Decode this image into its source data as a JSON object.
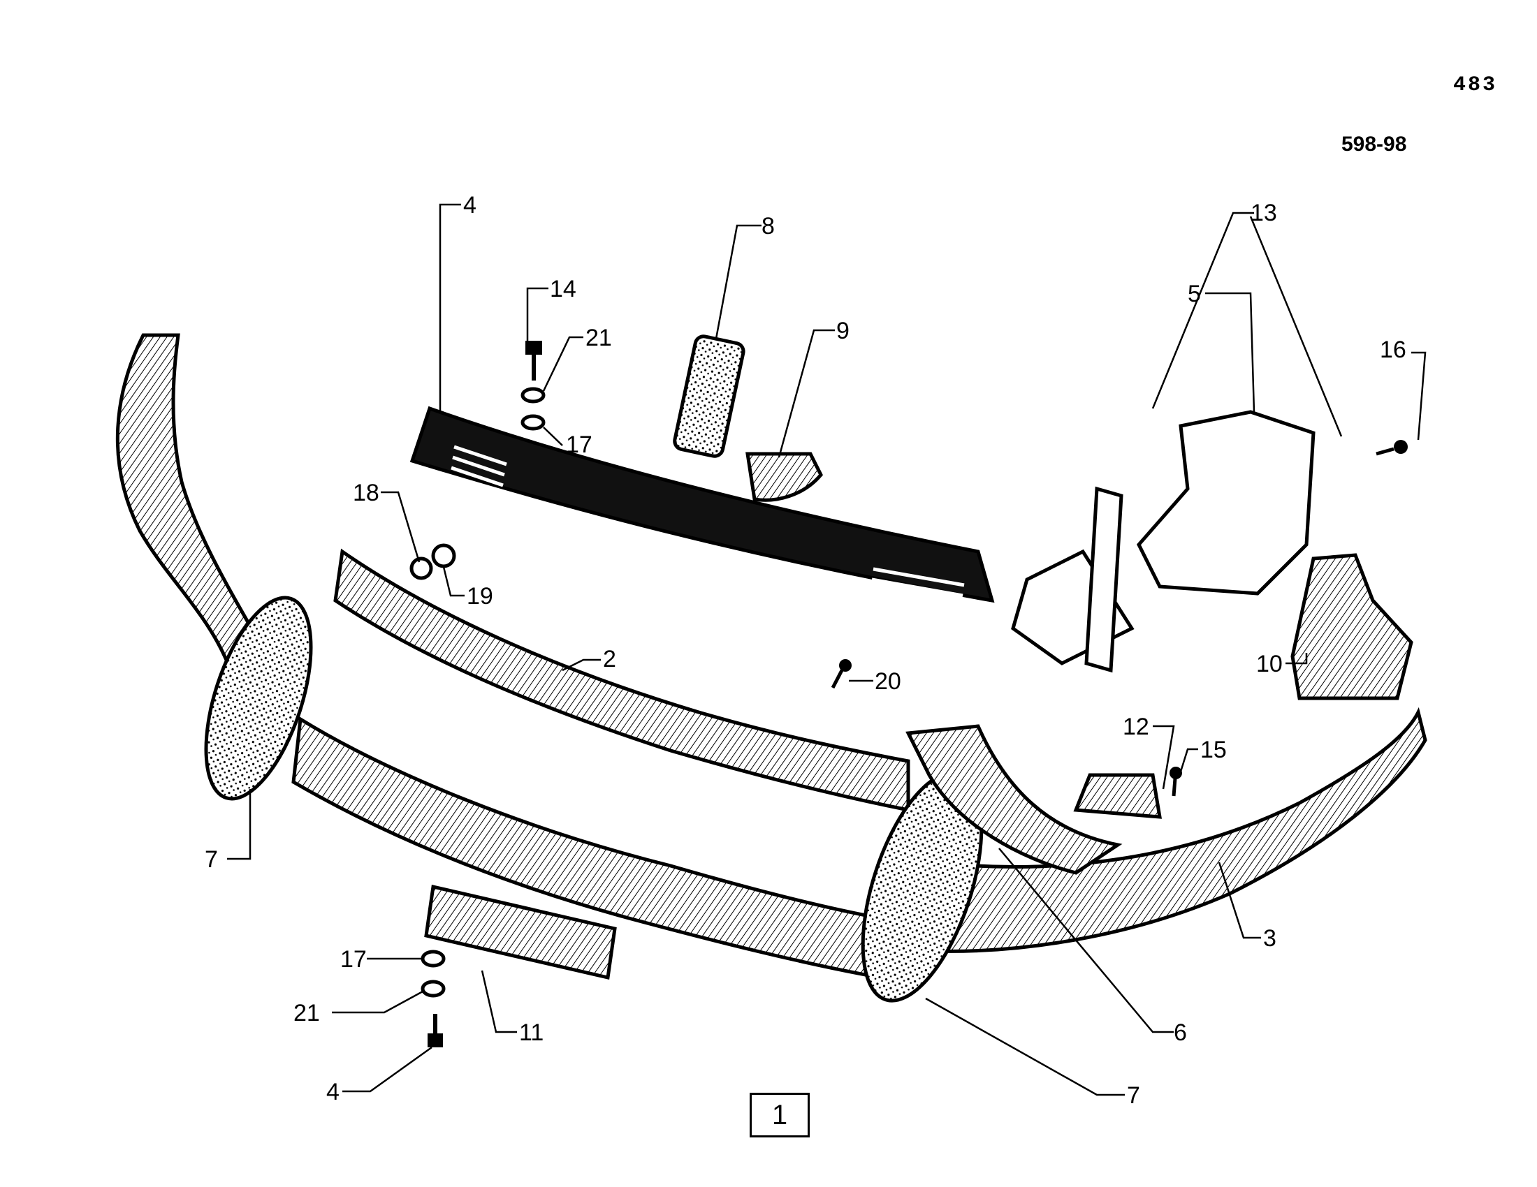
{
  "page": {
    "number": "483",
    "code": "598-98",
    "figure": "1"
  },
  "callouts": [
    "4",
    "8",
    "13",
    "14",
    "21",
    "9",
    "5",
    "16",
    "17",
    "18",
    "19",
    "2",
    "20",
    "10",
    "12",
    "15",
    "7",
    "3",
    "17",
    "21",
    "11",
    "6",
    "4",
    "7"
  ],
  "colors": {
    "ink": "#000000",
    "paper": "#ffffff"
  }
}
